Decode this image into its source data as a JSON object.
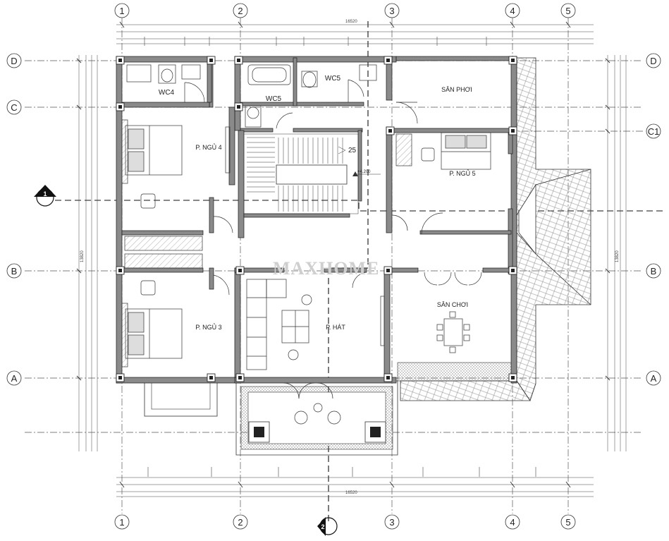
{
  "watermark": "MAXHOME",
  "grid_columns": [
    "1",
    "2",
    "3",
    "4",
    "5"
  ],
  "grid_rows": [
    "D",
    "C",
    "C1",
    "B",
    "A"
  ],
  "rooms": {
    "wc4": "WC4",
    "wc5_top": "WC5",
    "wc5_mid": "WC5",
    "san_phoi": "SÂN PHƠI",
    "p_ngu_4": "P. NGỦ 4",
    "p_ngu_5": "P. NGỦ 5",
    "p_ngu_3": "P. NGỦ 3",
    "p_hat": "P. HÁT",
    "san_choi": "SÂN CHƠI"
  },
  "dimensions": {
    "overall_width_top": "16520",
    "overall_width_bottom": "16520",
    "overall_depth_left": "13820",
    "overall_depth_right": "13820"
  },
  "level_mark": "+4.200",
  "stair_count": "25",
  "section_marks": {
    "section_1": "1",
    "section_2": "2"
  },
  "colors": {
    "line": "#1a1a1a",
    "wall_fill": "#8a8a8a",
    "column_fill": "#333333",
    "grid_line": "#555555",
    "watermark": "#cfcfcf"
  }
}
